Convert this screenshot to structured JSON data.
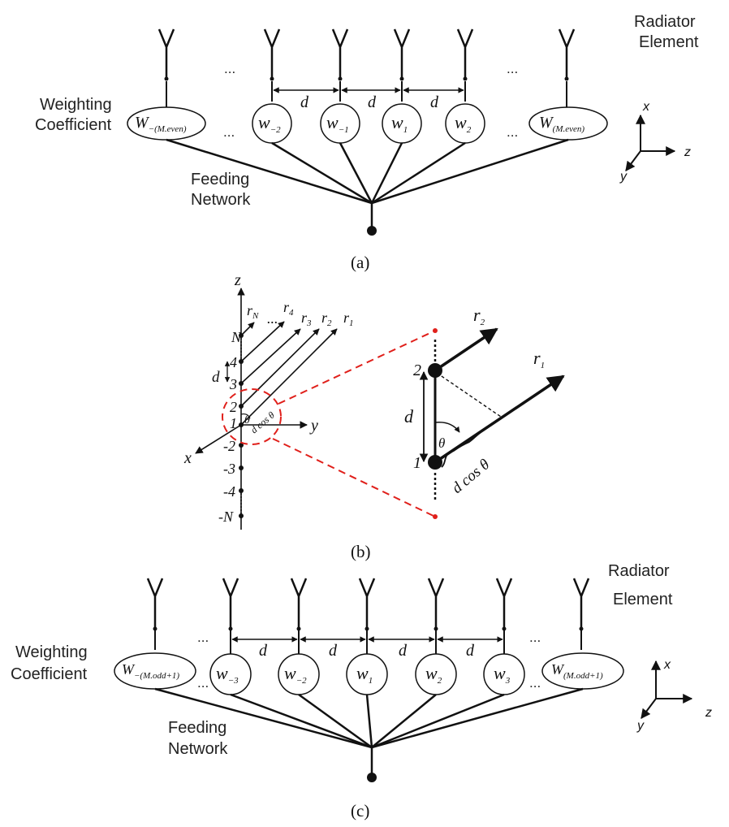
{
  "panel_a": {
    "radiator_label_1": "Radiator",
    "radiator_label_2": "Element",
    "weighting_label_1": "Weighting",
    "weighting_label_2": "Coefficient",
    "feeding_label_1": "Feeding",
    "feeding_label_2": "Network",
    "spacing_symbol": "d",
    "ellipsis": "...",
    "weights": [
      {
        "base": "W",
        "sub": "−(M.even)"
      },
      {
        "base": "w",
        "sub": "−2"
      },
      {
        "base": "w",
        "sub": "−1"
      },
      {
        "base": "w",
        "sub": "1"
      },
      {
        "base": "w",
        "sub": "2"
      },
      {
        "base": "W",
        "sub": "(M.even)"
      }
    ],
    "axes": {
      "x": "x",
      "y": "y",
      "z": "z"
    },
    "caption": "(a)"
  },
  "panel_b": {
    "axis_z": "z",
    "axis_y": "y",
    "axis_x": "x",
    "element_labels": [
      "N",
      "4",
      "3",
      "2",
      "1",
      "-2",
      "-3",
      "-4",
      "-N"
    ],
    "ray_labels": [
      {
        "base": "r",
        "sub": "N"
      },
      {
        "base": "r",
        "sub": "4"
      },
      {
        "base": "r",
        "sub": "3"
      },
      {
        "base": "r",
        "sub": "2"
      },
      {
        "base": "r",
        "sub": "1"
      }
    ],
    "ray_ellipsis": "...",
    "spacing_symbol": "d",
    "theta": "θ",
    "path_diff": "d cos θ",
    "zoom": {
      "element_top": "2",
      "element_bottom": "1",
      "ray_top": {
        "base": "r",
        "sub": "2"
      },
      "ray_bottom": {
        "base": "r",
        "sub": "1"
      },
      "spacing_symbol": "d",
      "theta": "θ",
      "path_diff": "d cos θ"
    },
    "caption": "(b)"
  },
  "panel_c": {
    "radiator_label_1": "Radiator",
    "radiator_label_2": "Element",
    "weighting_label_1": "Weighting",
    "weighting_label_2": "Coefficient",
    "feeding_label_1": "Feeding",
    "feeding_label_2": "Network",
    "spacing_symbol": "d",
    "ellipsis": "...",
    "weights": [
      {
        "base": "W",
        "sub": "−(M.odd+1)"
      },
      {
        "base": "w",
        "sub": "−3"
      },
      {
        "base": "w",
        "sub": "−2"
      },
      {
        "base": "w",
        "sub": "1"
      },
      {
        "base": "w",
        "sub": "2"
      },
      {
        "base": "w",
        "sub": "3"
      },
      {
        "base": "W",
        "sub": "(M.odd+1)"
      }
    ],
    "axes": {
      "x": "x",
      "y": "y",
      "z": "z"
    },
    "caption": "(c)"
  },
  "colors": {
    "ink": "#111111",
    "zoom_dash": "#e0201b"
  }
}
